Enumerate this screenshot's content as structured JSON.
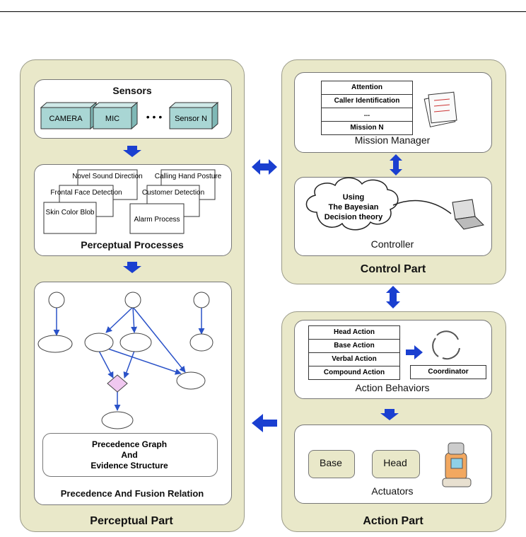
{
  "perceptual_part": {
    "title": "Perceptual Part",
    "sensors": {
      "title": "Sensors",
      "items": [
        "CAMERA",
        "MIC",
        "Sensor N"
      ],
      "ellipsis": "• • •"
    },
    "processes": {
      "title": "Perceptual Processes",
      "cards": [
        "Novel Sound Direction",
        "Frontal Face Detection",
        "Skin Color Blob",
        "Calling Hand Posture",
        "Customer Detection",
        "Alarm Process"
      ]
    },
    "fusion": {
      "title": "Precedence And Fusion Relation",
      "structure_lines": [
        "Precedence Graph",
        "And",
        "Evidence Structure"
      ]
    }
  },
  "control_part": {
    "title": "Control Part",
    "mission_manager": {
      "title": "Mission Manager",
      "items": [
        "Attention",
        "Caller Identification",
        "...",
        "Mission N"
      ]
    },
    "controller": {
      "title": "Controller",
      "cloud_lines": [
        "Using",
        "The Bayesian",
        "Decision theory"
      ]
    }
  },
  "action_part": {
    "title": "Action Part",
    "behaviors": {
      "title": "Action Behaviors",
      "items": [
        "Head Action",
        "Base Action",
        "Verbal Action",
        "Compound Action"
      ],
      "coordinator": "Coordinator"
    },
    "actuators": {
      "title": "Actuators",
      "items": [
        "Base",
        "Head"
      ]
    }
  },
  "colors": {
    "panel": "#e9e8c9",
    "sensor_box": "#a9d6d4",
    "arrow": "#1a3fd0",
    "diamond": "#f0c8f0"
  }
}
